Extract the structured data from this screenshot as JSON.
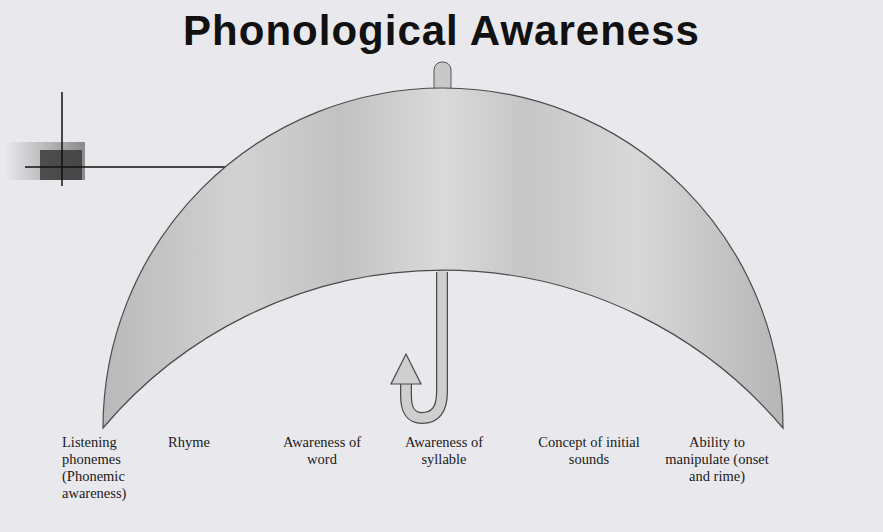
{
  "diagram": {
    "title": "Phonological Awareness",
    "labels": [
      "Listening phonemes (Phonemic awareness)",
      "Rhyme",
      "Awareness of word",
      "Awareness of syllable",
      "Concept of initial sounds",
      "Ability to manipulate (onset and rime)"
    ]
  }
}
